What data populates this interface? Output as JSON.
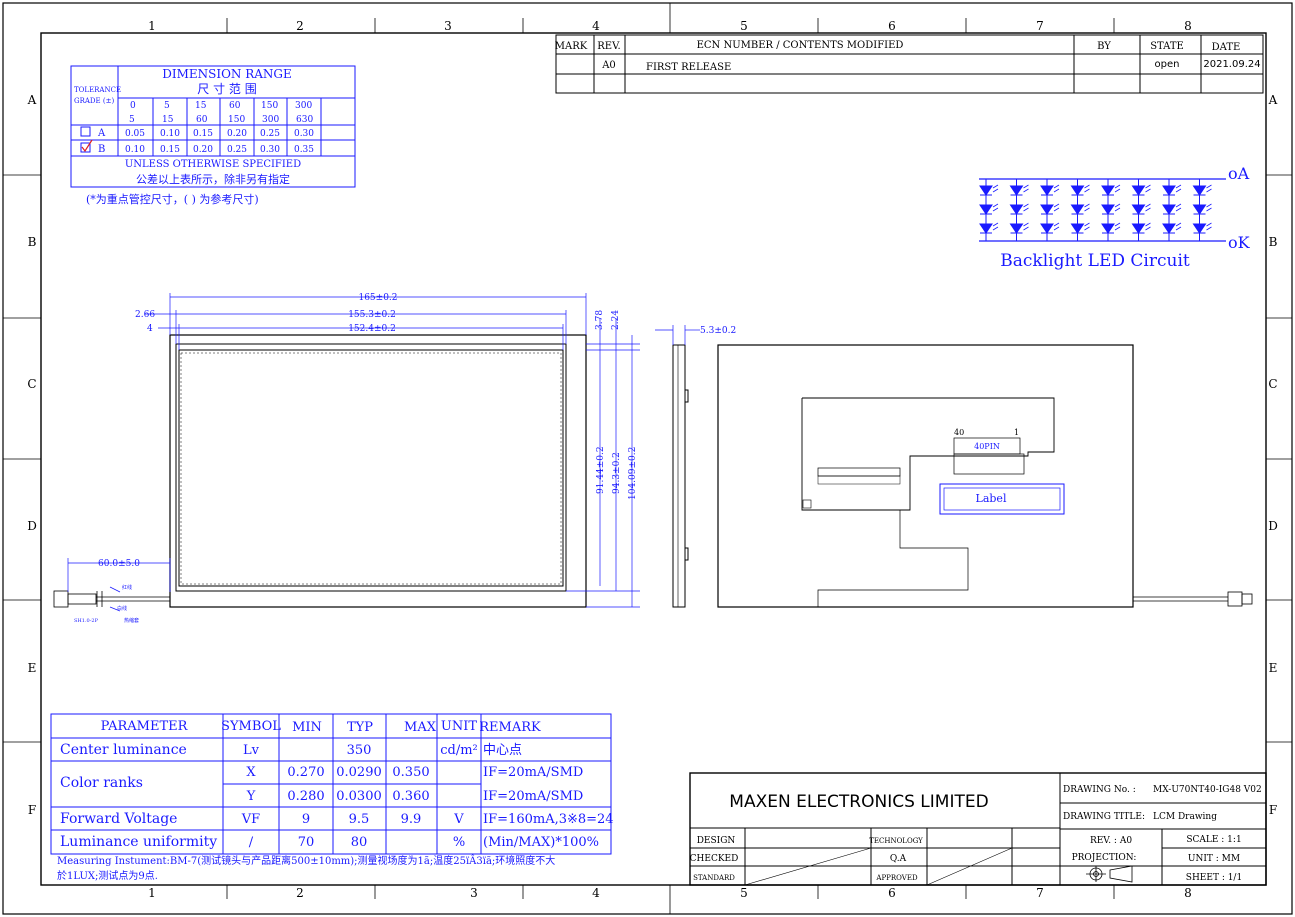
{
  "grid": {
    "cols_top": [
      "1",
      "2",
      "3",
      "4",
      "5",
      "6",
      "7",
      "8"
    ],
    "cols_bottom": [
      "1",
      "2",
      "3",
      "4",
      "5",
      "6",
      "7",
      "8"
    ],
    "rows_left": [
      "A",
      "B",
      "C",
      "D",
      "E",
      "F"
    ],
    "rows_right": [
      "A",
      "B",
      "C",
      "D",
      "E",
      "F"
    ]
  },
  "revision": {
    "headers": {
      "mark": "MARK",
      "rev": "REV.",
      "ecn": "ECN NUMBER / CONTENTS MODIFIED",
      "by": "BY",
      "state": "STATE",
      "date": "DATE"
    },
    "row": {
      "rev": "A0",
      "ecn": "FIRST RELEASE",
      "state": "open",
      "date": "2021.09.24"
    }
  },
  "tolerance": {
    "title_en": "DIMENSION RANGE",
    "title_cn": "尺 寸 范 围",
    "grade_label_1": "TOLERANCE",
    "grade_label_2": "GRADE (±)",
    "ranges": [
      {
        "from": "0",
        "to": "5"
      },
      {
        "from": "5",
        "to": "15"
      },
      {
        "from": "15",
        "to": "60"
      },
      {
        "from": "60",
        "to": "150"
      },
      {
        "from": "150",
        "to": "300"
      },
      {
        "from": "300",
        "to": "630"
      }
    ],
    "row_a": {
      "grade": "A",
      "values": [
        "0.05",
        "0.10",
        "0.15",
        "0.20",
        "0.25",
        "0.30"
      ]
    },
    "row_b": {
      "grade": "B",
      "values": [
        "0.10",
        "0.15",
        "0.20",
        "0.25",
        "0.30",
        "0.35"
      ]
    },
    "footer_en": "UNLESS OTHERWISE SPECIFIED",
    "footer_cn": "公差以上表所示，除非另有指定",
    "note": "(*为重点管控尺寸，( ) 为参考尺寸)"
  },
  "backlight": {
    "anode": "oA",
    "cathode": "oK",
    "title": "Backlight LED Circuit"
  },
  "front_view": {
    "dim_overall_w": "165±0.2",
    "dim_outline_w": "155.3±0.2",
    "dim_active_w": "152.4±0.2",
    "dim_left_1": "2.66",
    "dim_left_2": "4",
    "dim_top_1": "3.78",
    "dim_top_2": "2.24",
    "dim_active_h": "91.44±0.2",
    "dim_outline_h": "94.3±0.2",
    "dim_overall_h": "104.09±0.2",
    "cable_len": "60.0±5.0",
    "wire_1": "红线",
    "wire_2": "白线",
    "wire_note": "热缩套",
    "connector": "SH1.0-2P"
  },
  "side_view": {
    "dim_thickness": "5.3±0.2"
  },
  "back_view": {
    "pin_40": "40",
    "pin_1": "1",
    "connector": "40PIN",
    "label": "Label"
  },
  "specs": {
    "headers": {
      "parameter": "PARAMETER",
      "symbol": "SYMBOL",
      "min": "MIN",
      "typ": "TYP",
      "max": "MAX",
      "unit": "UNIT",
      "remark": "REMARK"
    },
    "rows": [
      {
        "parameter": "Center luminance",
        "symbol": "Lv",
        "min": "",
        "typ": "350",
        "max": "",
        "unit": "cd/m²",
        "remark": "中心点"
      },
      {
        "parameter": "Color ranks",
        "symbol": "X",
        "min": "0.270",
        "typ": "0.0290",
        "max": "0.350",
        "unit": "",
        "remark": "IF=20mA/SMD"
      },
      {
        "parameter": "",
        "symbol": "Y",
        "min": "0.280",
        "typ": "0.0300",
        "max": "0.360",
        "unit": "",
        "remark": "IF=20mA/SMD"
      },
      {
        "parameter": "Forward Voltage",
        "symbol": "VF",
        "min": "9",
        "typ": "9.5",
        "max": "9.9",
        "unit": "V",
        "remark": "IF=160mA,3※8=24"
      },
      {
        "parameter": "Luminance uniformity",
        "symbol": "/",
        "min": "70",
        "typ": "80",
        "max": "",
        "unit": "%",
        "remark": "(Min/MAX)*100%"
      }
    ],
    "note_1": "Measuring Instument:BM-7(测试镜头与产品距离500±10mm);测量视场度为1ã;温度25ïÂ3ïã;环境照度不大",
    "note_2": "於1LUX;测试点为9点."
  },
  "title_block": {
    "company": "MAXEN ELECTRONICS LIMITED",
    "drawing_no_label": "DRAWING No. :",
    "drawing_no": "MX-U70NT40-IG48 V02",
    "drawing_title_label": "DRAWING TITLE:",
    "drawing_title": "LCM Drawing",
    "rev": "REV. : A0",
    "scale": "SCALE : 1:1",
    "projection": "PROJECTION:",
    "unit": "UNIT : MM",
    "sheet": "SHEET : 1/1",
    "design": "DESIGN",
    "checked": "CHECKED",
    "standard": "STANDARD",
    "technology": "TECHNOLOGY",
    "qa": "Q.A",
    "approved": "APPROVED"
  }
}
